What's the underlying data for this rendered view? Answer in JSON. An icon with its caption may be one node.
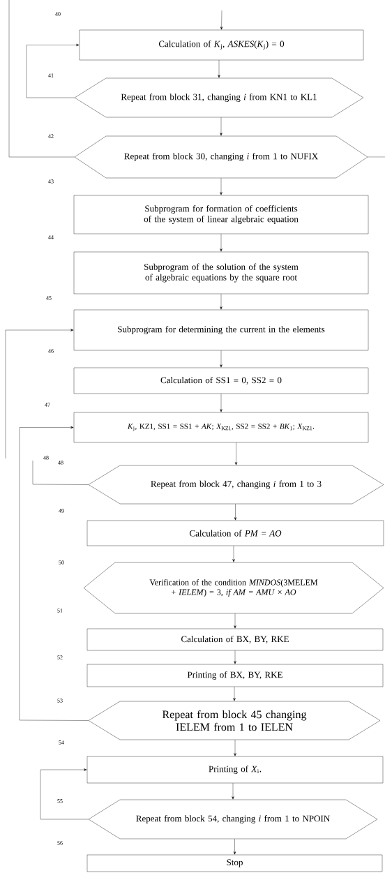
{
  "diagram": {
    "nodes": [
      {
        "text": [
          "Calculation of *K*$_{j}$, *ASKES*(*K*$_{j}$) = 0"
        ]
      },
      {
        "text": [
          "Repeat from block 31, changing *i* from KN1 to KL1"
        ]
      },
      {
        "text": [
          "Repeat from block 30, changing *i* from 1 to NUFIX"
        ]
      },
      {
        "text": [
          "Subprogram for formation of coefficients of the system of linear algebraic equation"
        ]
      },
      {
        "text": [
          "Subprogram of the solution of the system of algebraic equations by the square root"
        ]
      },
      {
        "text": [
          "Subprogram for determining the current in the elements"
        ]
      },
      {
        "text": [
          "Calculation of SS1 = 0, SS2 = 0"
        ]
      },
      {
        "text": [
          "*K*$_{j}$, KZ1, SS1 = SS1 + *AK*; *X*$_{KZ1}$, SS2 = SS2 + *BK*$_{1}$; *X*$_{KZ1}$."
        ]
      },
      {
        "text": [
          "Repeat from block 47, changing *i* from 1 to 3"
        ]
      },
      {
        "text": [
          "Calculation of *PM* = *AO*"
        ]
      },
      {
        "text": [
          "Verification of the condition *MINDOS*(3MELEM + *IELEM*) = 3, *if AM* = *AMU* × *AO*"
        ]
      },
      {
        "text": [
          "Calculation of BX, BY, RKE"
        ]
      },
      {
        "text": [
          "Printing of BX, BY, RKE"
        ]
      },
      {
        "text": [
          "Repeat from block 45 changing IELEM from 1 to IELEN"
        ]
      },
      {
        "text": [
          "Printing of *X*$_{i}$."
        ]
      },
      {
        "text": [
          "Repeat from block 54, changing *i* from 1 to NPOIN"
        ]
      },
      {
        "text": [
          "Stop"
        ]
      }
    ],
    "edges": [
      {
        "from": null,
        "to": 0,
        "arrow": "to"
      },
      {
        "from": 0,
        "to": 1,
        "arrow": "to"
      },
      {
        "from": 1,
        "to": 0,
        "arrow": "to"
      },
      {
        "from": 1,
        "to": 2,
        "arrow": "to"
      },
      {
        "from": 2,
        "to": null,
        "arrow": "none"
      },
      {
        "from": 2,
        "to": null,
        "arrow": "none"
      },
      {
        "from": 2,
        "to": 3,
        "arrow": "to"
      },
      {
        "from": 3,
        "to": 4,
        "arrow": "to"
      },
      {
        "from": 4,
        "to": 5,
        "arrow": "to"
      },
      {
        "from": null,
        "to": 5,
        "arrow": "to"
      },
      {
        "from": 5,
        "to": 6,
        "arrow": "to"
      },
      {
        "from": 6,
        "to": 7,
        "arrow": "to"
      },
      {
        "from": 7,
        "to": 8,
        "arrow": "to"
      },
      {
        "from": 8,
        "to": null,
        "arrow": "none"
      },
      {
        "from": 8,
        "to": 9,
        "arrow": "to"
      },
      {
        "from": 9,
        "to": 10,
        "arrow": "to"
      },
      {
        "from": 10,
        "to": 11,
        "arrow": "to"
      },
      {
        "from": 11,
        "to": 12,
        "arrow": "to"
      },
      {
        "from": 12,
        "to": 13,
        "arrow": "to"
      },
      {
        "from": 13,
        "to": 7,
        "arrow": "to"
      },
      {
        "from": 13,
        "to": 14,
        "arrow": "to"
      },
      {
        "from": 14,
        "to": 15,
        "arrow": "to"
      },
      {
        "from": 15,
        "to": 14,
        "arrow": "to"
      },
      {
        "from": 15,
        "to": 16,
        "arrow": "to"
      }
    ],
    "labels": [
      "40",
      "41",
      "42",
      "43",
      "44",
      "45",
      "46",
      "47",
      "48",
      "48",
      "49",
      "50",
      "51",
      "52",
      "53",
      "54",
      "55",
      "56"
    ]
  }
}
